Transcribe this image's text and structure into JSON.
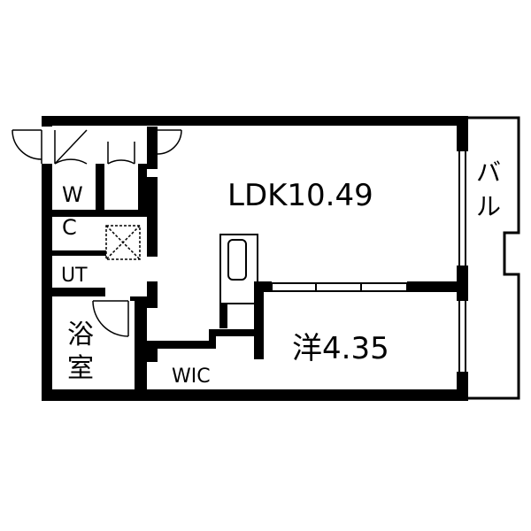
{
  "rooms": {
    "ldk": "LDK10.49",
    "western": "洋4.35",
    "wic": "WIC",
    "wc_line1": "W",
    "wc_line2": "C",
    "ut": "UT",
    "bath_line1": "浴",
    "bath_line2": "室",
    "balcony_line1": "バ",
    "balcony_line2": "ル"
  },
  "colors": {
    "wall": "#000000",
    "background": "#ffffff"
  }
}
